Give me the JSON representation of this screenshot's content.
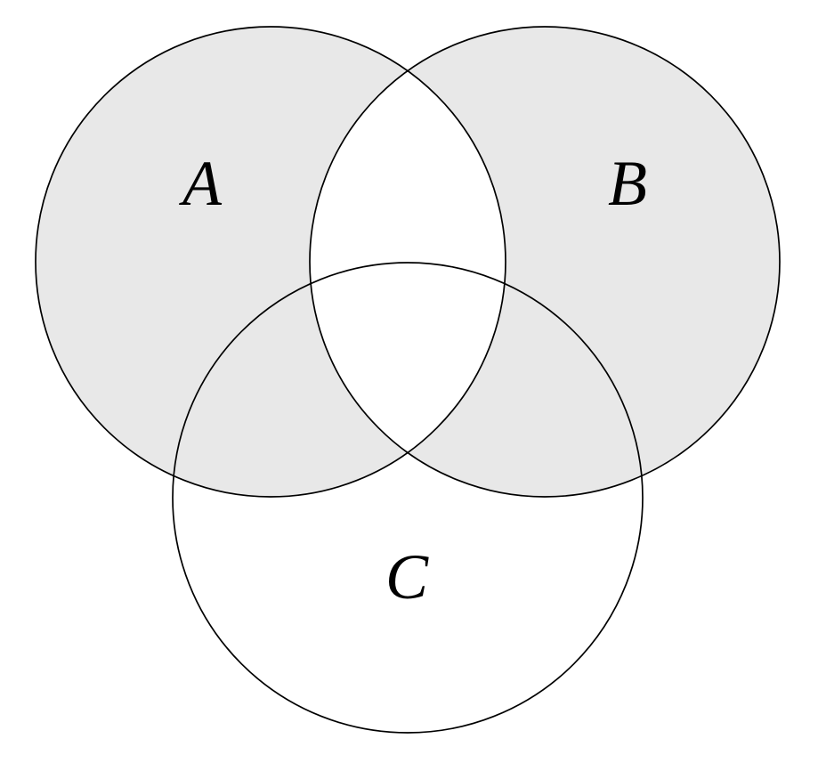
{
  "diagram": {
    "type": "venn-3-set",
    "background_color": "#ffffff",
    "stroke_color": "#000000",
    "shade_color": "#e8e8e8",
    "shaded_region_description": "Shaded region is the symmetric difference of A and B: (A union B) minus (A intersect B). Circle C is unshaded; the central region A intersect B intersect C and the lens A intersect B are white.",
    "sets": [
      {
        "id": "A",
        "label": "A",
        "shaded": true
      },
      {
        "id": "B",
        "label": "B",
        "shaded": true
      },
      {
        "id": "C",
        "label": "C",
        "shaded": false
      }
    ]
  }
}
